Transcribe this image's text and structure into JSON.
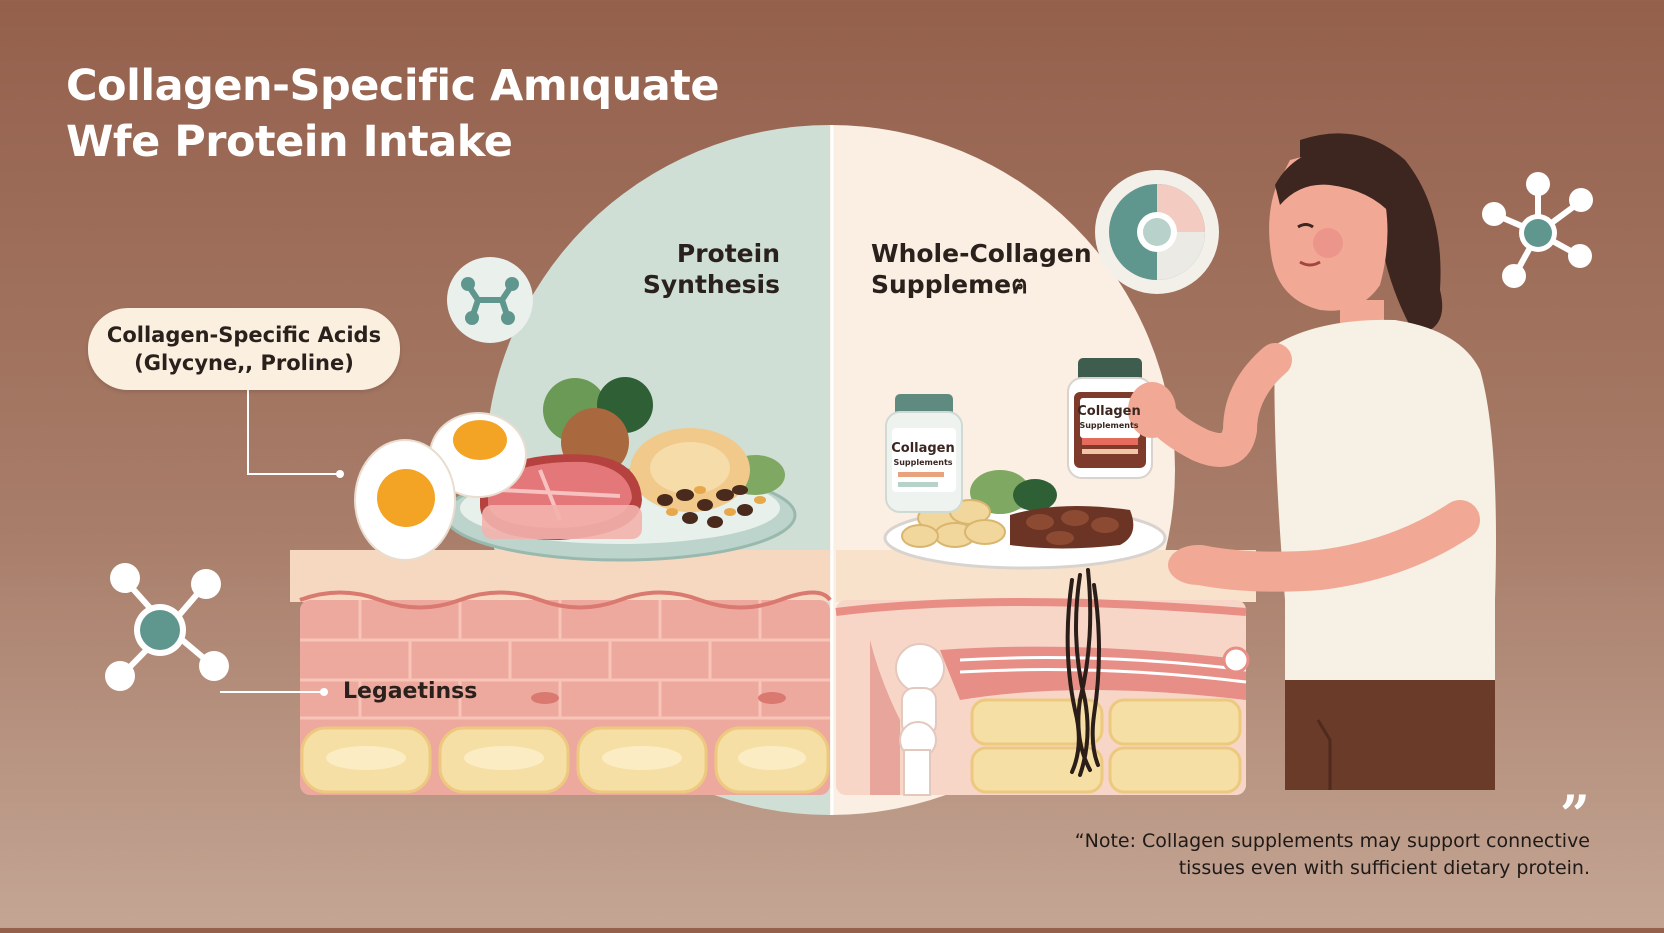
{
  "title": {
    "line1": "Collagen-Specific Amıquate",
    "line2": "Wfe Protein Intake"
  },
  "left_panel": {
    "header_line1": "Protein",
    "header_line2": "Synthesis"
  },
  "right_panel": {
    "header_line1": "Whole-Collagen",
    "header_line2": "Supplemeฅ"
  },
  "callout": {
    "line1": "Collagen-Specific Acids",
    "line2": "(Glycyne,, Proline)"
  },
  "skin_label": "Legaetinss",
  "jar_large": {
    "line1": "Collagen",
    "line2": "Supplements"
  },
  "jar_small": {
    "line1": "Collagen",
    "line2": "Supplements"
  },
  "note": {
    "line1": "“Note: Collagen supplements may support connective",
    "line2": "tissues even with sufficient dietary protein."
  },
  "quote_mark": "”",
  "colors": {
    "background": "#9a6753",
    "left_circle": "#cfdfd6",
    "right_circle": "#fbeee2",
    "teal_accent": "#5f978f",
    "skin_pink": "#eea99f",
    "fat_yellow": "#f6dfa4"
  },
  "icons": [
    "molecule-icon",
    "pie-chart-icon"
  ]
}
